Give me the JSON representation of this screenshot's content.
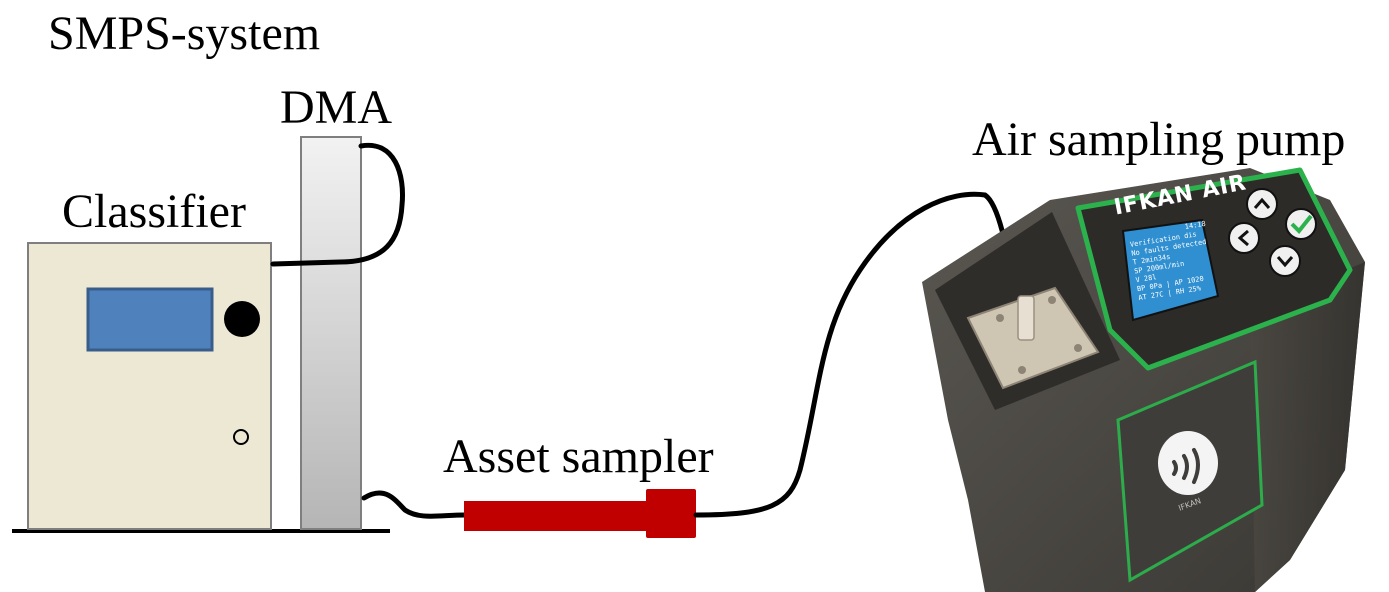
{
  "labels": {
    "smps_system": "SMPS-system",
    "dma": "DMA",
    "classifier": "Classifier",
    "asset_sampler": "Asset sampler",
    "air_sampling_pump": "Air sampling pump"
  },
  "pump": {
    "brand": "IFKAN AIR",
    "screen": {
      "time": "14:18",
      "lines": [
        "Verification dis",
        "No faults detected",
        "T 2min34s",
        "SP 200ml/min",
        "V 28l",
        "BP 0Pa | AP 1020",
        "AT 27C | RH 25%"
      ]
    },
    "footer_mark": "IFKAN"
  },
  "colors": {
    "classifier_body": "#ece8d3",
    "classifier_screen": "#4f81bd",
    "asset_sampler": "#c00000",
    "pump_body": "#4a4741",
    "pump_panel_border": "#2bb24c",
    "pump_screen": "#2f8fd0",
    "pump_confirm": "#2bb24c"
  }
}
